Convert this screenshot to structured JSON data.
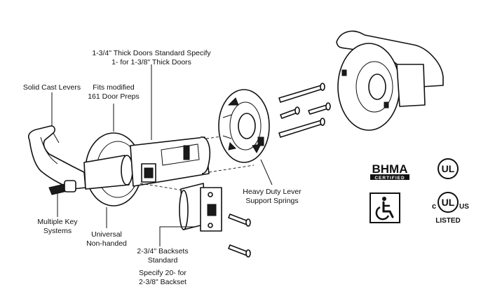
{
  "labels": {
    "solid_cast_levers": "Solid Cast Levers",
    "fits_modified_1": "Fits modified",
    "fits_modified_2": "161 Door Preps",
    "thick_doors_1": "1-3/4\" Thick Doors Standard Specify",
    "thick_doors_2": "1- for 1-3/8\" Thick Doors",
    "heavy_duty_1": "Heavy Duty Lever",
    "heavy_duty_2": "Support Springs",
    "multiple_key_1": "Multiple Key",
    "multiple_key_2": "Systems",
    "universal_1": "Universal",
    "universal_2": "Non-handed",
    "backsets_1": "2-3/4\" Backsets",
    "backsets_2": "Standard",
    "specify_1": "Specify 20- for",
    "specify_2": "2-3/8\" Backset"
  },
  "logos": {
    "bhma_text": "BHMA",
    "bhma_sub": "CERTIFIED",
    "ul_text": "UL",
    "c_text": "c",
    "us_text": "US",
    "listed_text": "LISTED"
  },
  "icons": {
    "accessibility": "wheelchair-icon"
  }
}
